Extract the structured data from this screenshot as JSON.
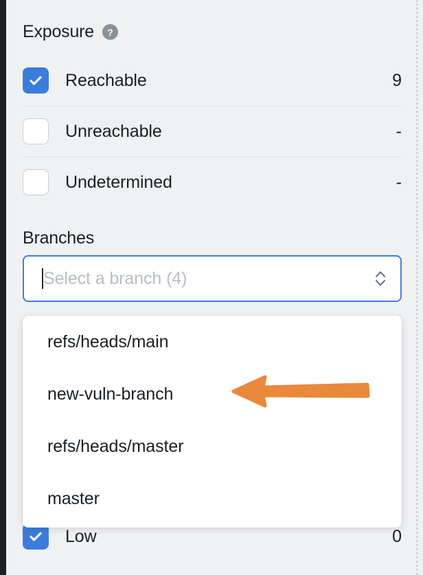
{
  "theme": {
    "background": "#f0f1f3",
    "accent_blue": "#3b7ddd",
    "text": "#1b1f23",
    "muted_text": "#b9bec6",
    "divider": "#dfe2e6",
    "annotation_orange": "#e8893c",
    "gutter_dark": "#1d1f20"
  },
  "exposure": {
    "title": "Exposure",
    "help_icon": "question-mark-icon",
    "help_glyph": "?",
    "rows": [
      {
        "label": "Reachable",
        "count": "9",
        "checked": true
      },
      {
        "label": "Unreachable",
        "count": "-",
        "checked": false
      },
      {
        "label": "Undetermined",
        "count": "-",
        "checked": false
      }
    ]
  },
  "branches": {
    "title": "Branches",
    "select": {
      "placeholder": "Select a branch (4)",
      "value": "",
      "focused": true,
      "chevron_icon": "chevron-up-down-icon"
    },
    "dropdown": {
      "open": true,
      "options": [
        {
          "label": "refs/heads/main"
        },
        {
          "label": "new-vuln-branch"
        },
        {
          "label": "refs/heads/master"
        },
        {
          "label": "master"
        }
      ]
    }
  },
  "severity": {
    "rows": [
      {
        "label": "Low",
        "count": "0",
        "checked": true
      }
    ]
  },
  "annotation": {
    "icon": "left-pointing-arrow-icon",
    "points_at": "new-vuln-branch",
    "color": "#e8893c"
  }
}
